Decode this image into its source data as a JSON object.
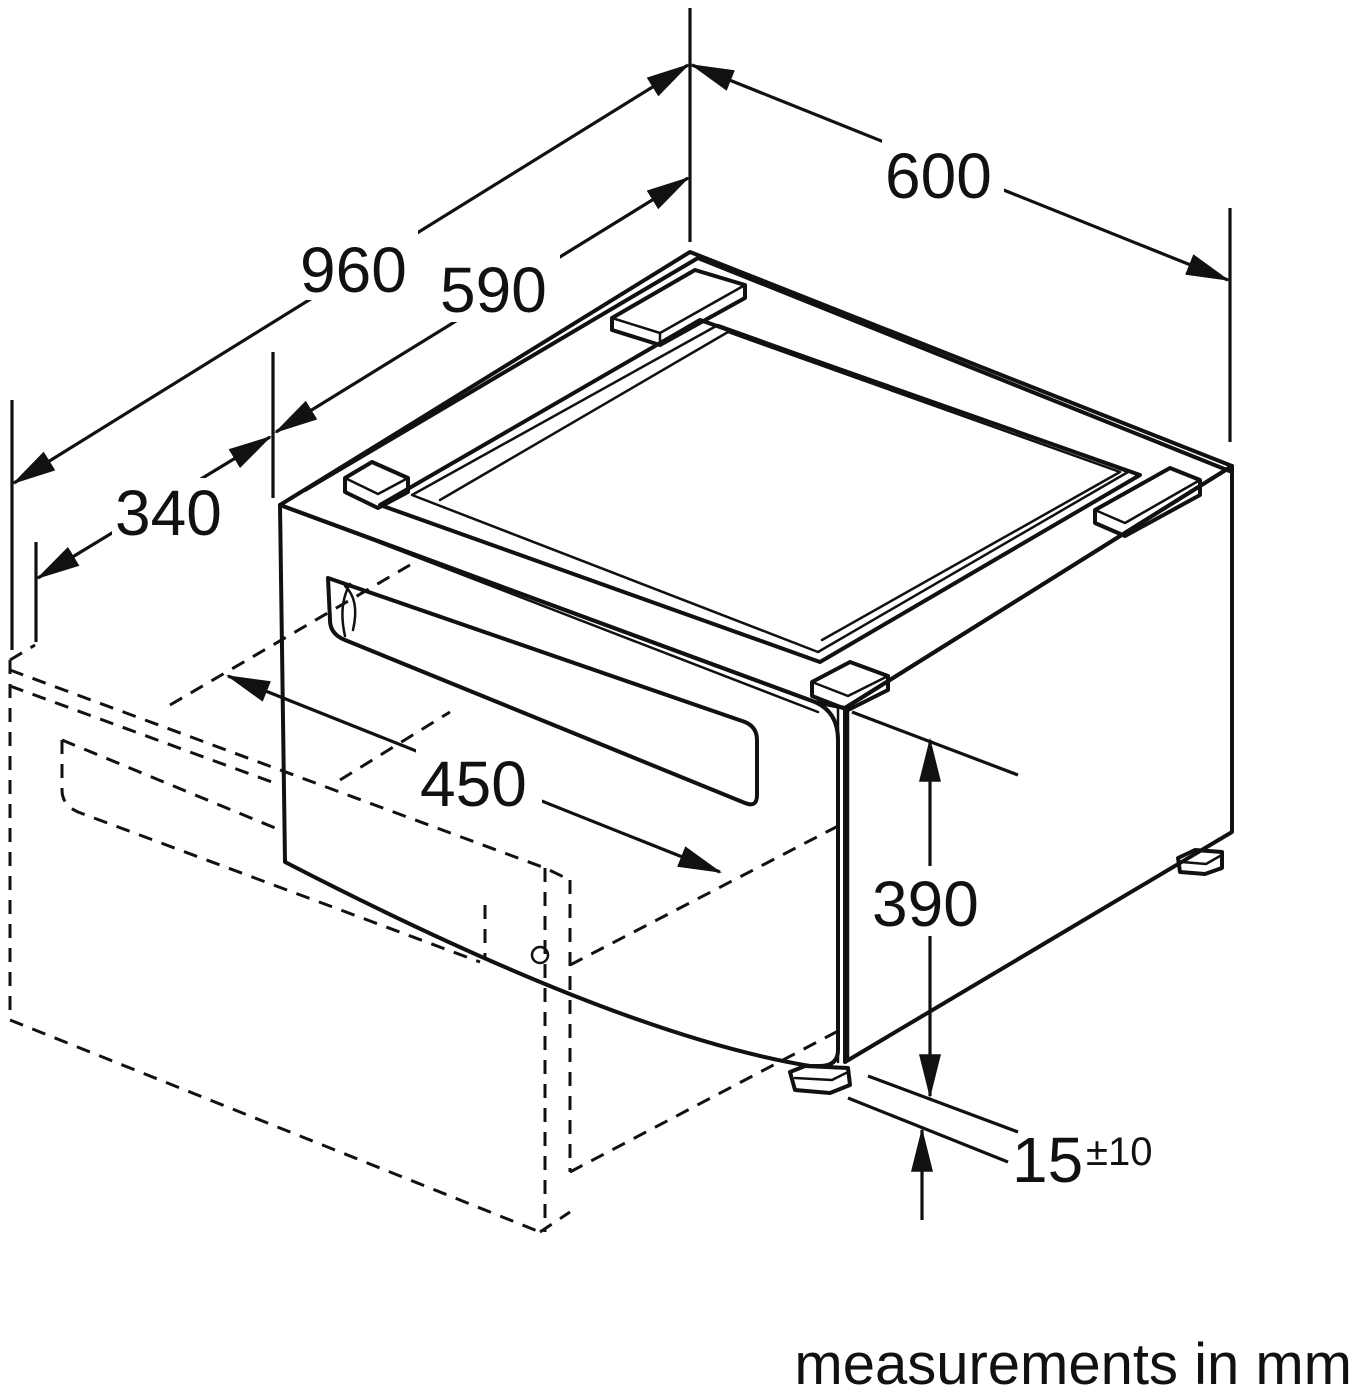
{
  "dimensions": {
    "total_depth": "960",
    "depth": "590",
    "width": "600",
    "drawer_front": "340",
    "drawer_extension": "450",
    "height": "390",
    "foot_base": "15",
    "foot_tolerance": "±10"
  },
  "note": "measurements in mm",
  "colors": {
    "line": "#111111",
    "background": "#ffffff"
  }
}
